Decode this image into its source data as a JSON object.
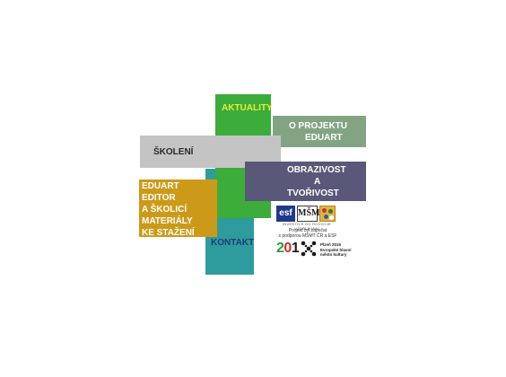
{
  "menu": {
    "aktuality": {
      "label": "AKTUALITY"
    },
    "o_projektu": {
      "lines": [
        "O PROJEKTU",
        "EDUART"
      ]
    },
    "skoleni": {
      "label": "ŠKOLENÍ"
    },
    "obrazivost": {
      "lines": [
        "OBRAZIVOST",
        "A",
        "TVOŘIVOST"
      ]
    },
    "eduart_editor": {
      "lines": [
        "EDUART",
        "EDITOR",
        "A ŠKOLICÍ",
        "MATERIÁLY",
        "KE STAŽENÍ"
      ]
    },
    "kontakt": {
      "label": "KONTAKT"
    }
  },
  "logos": {
    "esf": "esf",
    "msmt": "MŠMT",
    "tagline": "INVESTICE DO ROZVOJE VZDĚLÁVÁNÍ",
    "funding_note": [
      "Projekt byl započat",
      "s podporou MŠMT ČR a ESF"
    ],
    "plzen_2015": {
      "year_part1": "2",
      "year_part2": "0",
      "year_part3": "1",
      "lines": [
        "Plzeň 2015",
        "Evropské hlavní",
        "město kultury"
      ]
    }
  },
  "colors": {
    "kontakt": "#2e9b9c",
    "aktuality": "#3cac3a",
    "o_projektu": "#83a482",
    "skoleni": "#c4c4c4",
    "obrazivost": "#5a5878",
    "eduart_editor": "#cc9a18"
  }
}
